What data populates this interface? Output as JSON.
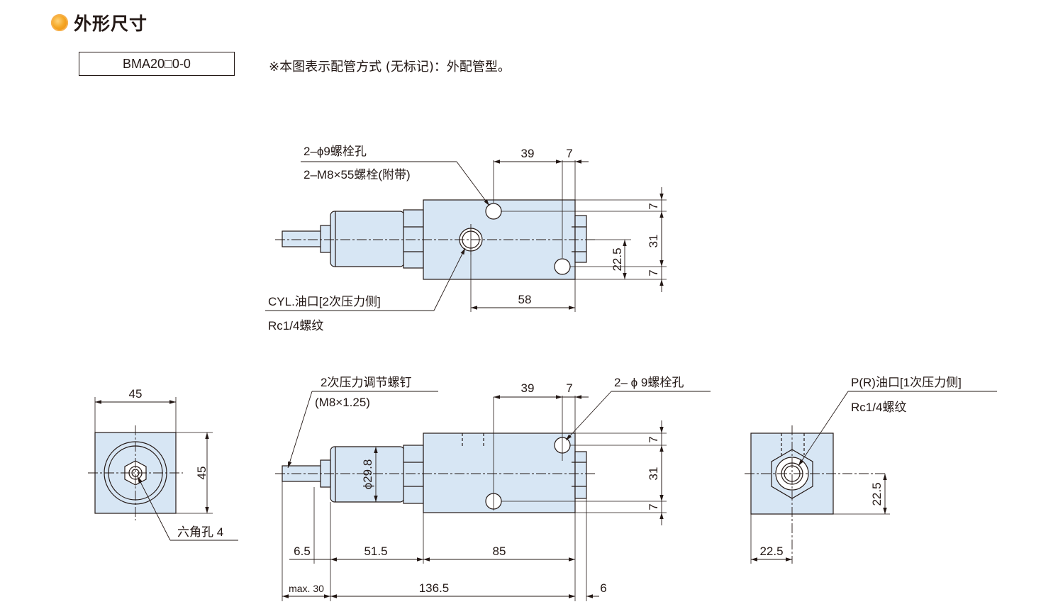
{
  "header": {
    "title": "外形尺寸",
    "bullet_color": "#f5a623"
  },
  "model": {
    "code": "BMA20□0-0"
  },
  "note": "※本图表示配管方式 (无标记)：外配管型。",
  "colors": {
    "part_fill": "#d7e6f4",
    "line": "#231815",
    "background": "#ffffff"
  },
  "top_view": {
    "callout_bolt_1": "2–ϕ9螺栓孔",
    "callout_bolt_2": "2–M8×55螺栓(附带)",
    "callout_port_1": "CYL.油口[2次压力侧]",
    "callout_port_2": "Rc1/4螺纹",
    "dim_39": "39",
    "dim_7_top": "7",
    "dim_58": "58",
    "dim_7_upper": "7",
    "dim_31": "31",
    "dim_22_5": "22.5",
    "dim_7_lower": "7"
  },
  "left_view": {
    "dim_width": "45",
    "dim_height": "45",
    "callout_hex": "六角孔 4"
  },
  "front_view": {
    "callout_screw_1": "2次压力调节螺钉",
    "callout_screw_2": "(M8×1.25)",
    "callout_bolt": "2– ϕ 9螺栓孔",
    "dim_39": "39",
    "dim_7_top": "7",
    "dim_phi": "ϕ29.8",
    "dim_7_upper": "7",
    "dim_31": "31",
    "dim_7_lower": "7",
    "dim_6_5": "6.5",
    "dim_51_5": "51.5",
    "dim_85": "85",
    "dim_max30": "max. 30",
    "dim_136_5": "136.5",
    "dim_6": "6"
  },
  "right_view": {
    "callout_port_1": "P(R)油口[1次压力侧]",
    "callout_port_2": "Rc1/4螺纹",
    "dim_22_5_v": "22.5",
    "dim_22_5_h": "22.5"
  }
}
